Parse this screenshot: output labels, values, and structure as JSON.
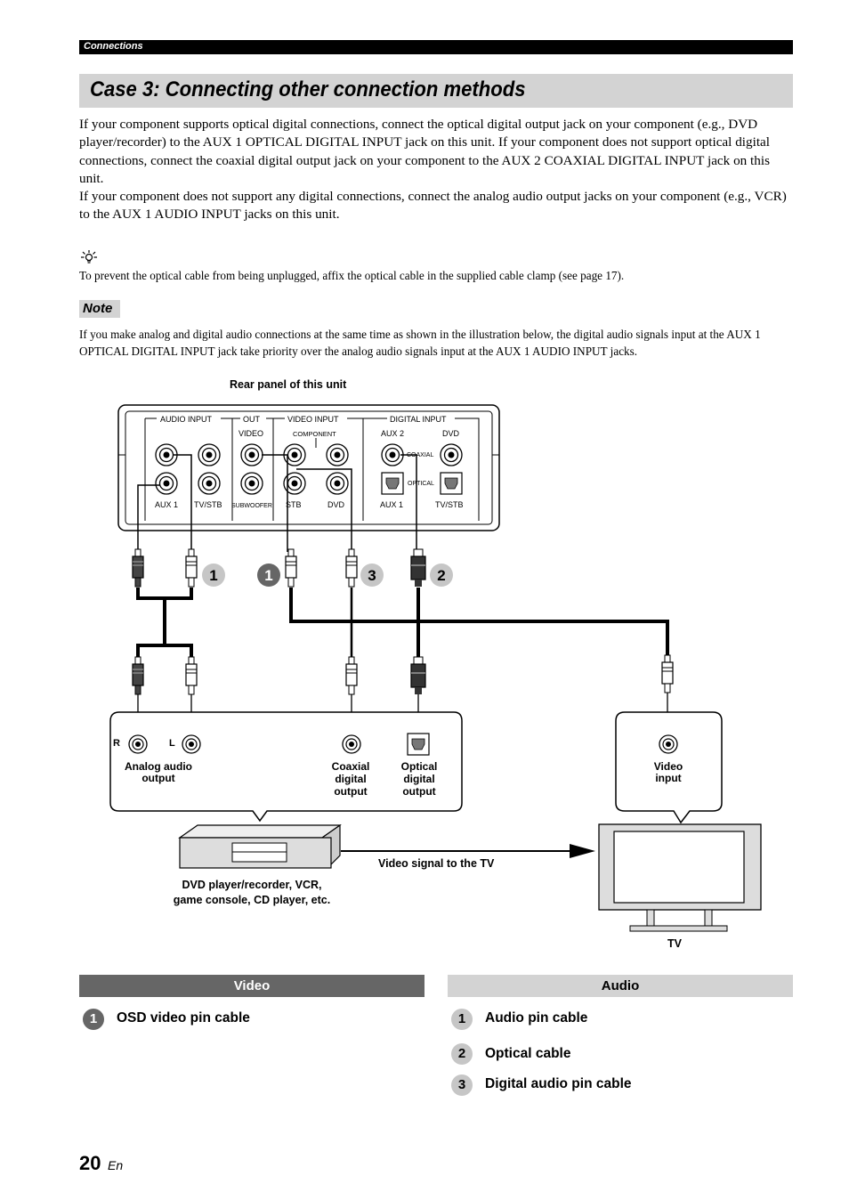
{
  "header": {
    "section": "Connections"
  },
  "title": "Case 3: Connecting other connection methods",
  "intro": {
    "p1": "If your component supports optical digital connections, connect the optical digital output jack on your component (e.g., DVD player/recorder) to the AUX 1 OPTICAL DIGITAL INPUT jack on this unit. If your component does not support optical digital connections, connect the coaxial digital output jack on your component to the AUX 2 COAXIAL DIGITAL INPUT jack on this unit.",
    "p2": "If your component does not support any digital connections, connect the analog audio output jacks on your component (e.g., VCR) to the AUX 1 AUDIO INPUT jacks on this unit."
  },
  "tip": {
    "icon": "lightbulb-icon",
    "text": "To prevent the optical cable from being unplugged, affix the optical cable in the supplied cable clamp (see page 17)."
  },
  "note": {
    "label": "Note",
    "text": "If you make analog and digital audio connections at the same time as shown in the illustration below, the digital audio signals input at the AUX 1 OPTICAL DIGITAL INPUT jack take priority over the analog audio signals input at the AUX 1 AUDIO INPUT jacks."
  },
  "diagram": {
    "rear_panel_caption": "Rear panel of this unit",
    "panel": {
      "audio_input": "AUDIO INPUT",
      "out": "OUT",
      "video": "VIDEO",
      "video_input": "VIDEO INPUT",
      "component": "COMPONENT",
      "digital_input": "DIGITAL INPUT",
      "aux2": "AUX 2",
      "dvd_top": "DVD",
      "coaxial": "COAXIAL",
      "optical": "OPTICAL",
      "aux1": "AUX 1",
      "tvstb": "TV/STB",
      "subwoofer": "SUBWOOFER",
      "stb": "STB",
      "dvd": "DVD",
      "aux1_digital": "AUX 1",
      "tvstb_digital": "TV/STB"
    },
    "cable_numbers": [
      "1",
      "1",
      "3",
      "2"
    ],
    "source_bubble": {
      "r": "R",
      "l": "L",
      "analog": [
        "Analog audio",
        "output"
      ],
      "coaxial": [
        "Coaxial",
        "digital",
        "output"
      ],
      "optical": [
        "Optical",
        "digital",
        "output"
      ]
    },
    "tv_bubble": [
      "Video",
      "input"
    ],
    "video_signal": "Video signal to the TV",
    "source_caption": [
      "DVD player/recorder, VCR,",
      "game console, CD player, etc."
    ],
    "tv_label": "TV"
  },
  "video_section": {
    "header": "Video",
    "items": [
      {
        "num": "1",
        "label": "OSD video pin cable"
      }
    ]
  },
  "audio_section": {
    "header": "Audio",
    "items": [
      {
        "num": "1",
        "label": "Audio pin cable"
      },
      {
        "num": "2",
        "label": "Optical cable"
      },
      {
        "num": "3",
        "label": "Digital audio pin cable"
      }
    ]
  },
  "footer": {
    "page": "20",
    "lang": "En"
  },
  "colors": {
    "title_bg": "#d3d3d3",
    "video_header_bg": "#666666",
    "audio_header_bg": "#d3d3d3"
  }
}
